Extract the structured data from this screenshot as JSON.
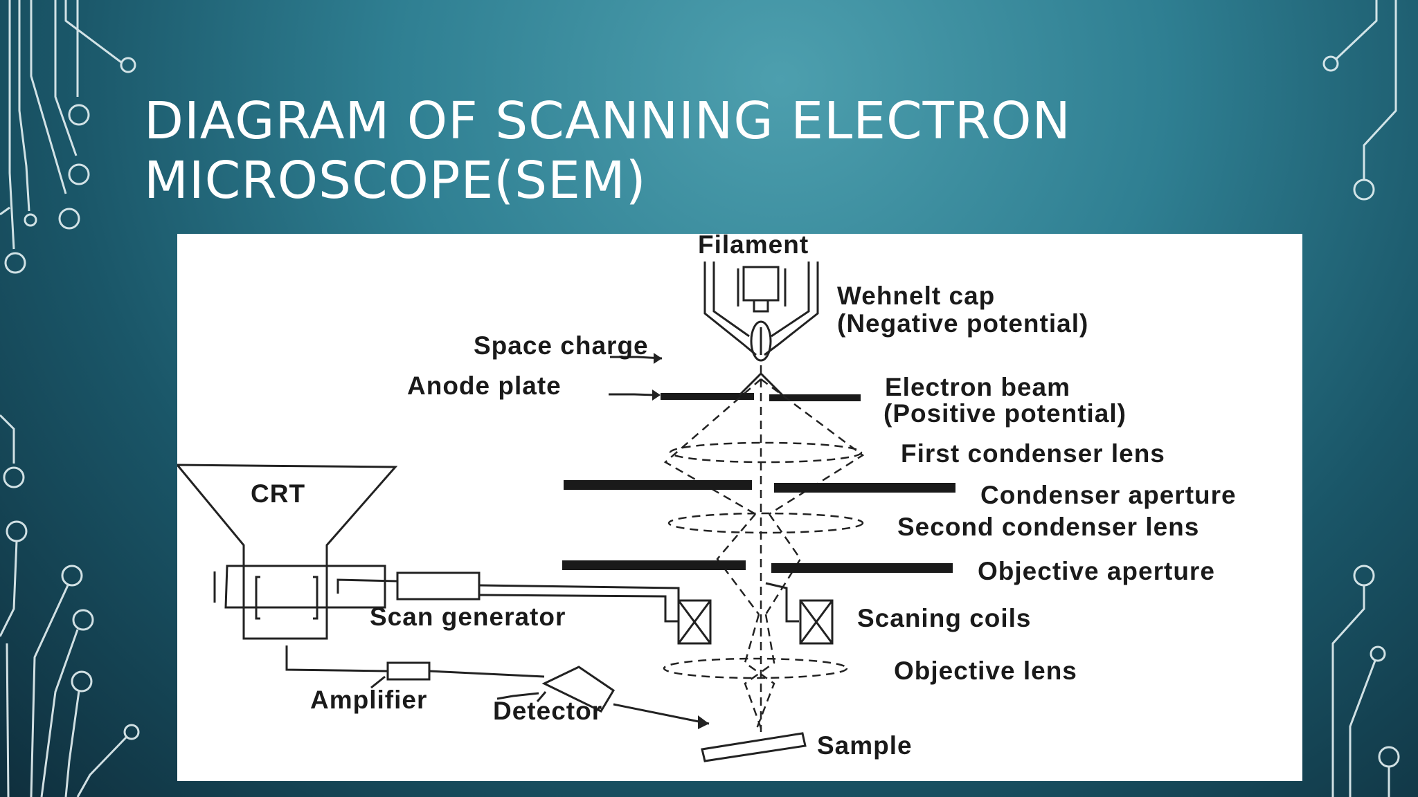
{
  "slide": {
    "title_line1": "DIAGRAM OF SCANNING ELECTRON",
    "title_line2": "MICROSCOPE(SEM)"
  },
  "diagram": {
    "labels": {
      "filament": "Filament",
      "wehnelt_cap": "Wehnelt cap",
      "negative_potential": "(Negative potential)",
      "space_charge": "Space charge",
      "anode_plate": "Anode plate",
      "electron_beam": "Electron beam",
      "positive_potential": "(Positive potential)",
      "first_condenser_lens": "First condenser lens",
      "crt": "CRT",
      "condenser_aperture": "Condenser aperture",
      "second_condenser_lens": "Second condenser lens",
      "objective_aperture": "Objective aperture",
      "scan_generator": "Scan generator",
      "scaning_coils": "Scaning coils",
      "objective_lens": "Objective lens",
      "amplifier": "Amplifier",
      "detector": "Detector",
      "sample": "Sample"
    }
  },
  "colors": {
    "background_light": "#4d9fae",
    "background_dark": "#0f2f3d",
    "circuit_lines": "#e6f2f4",
    "title": "#ffffff",
    "panel": "#ffffff",
    "ink": "#1a1a1a"
  }
}
